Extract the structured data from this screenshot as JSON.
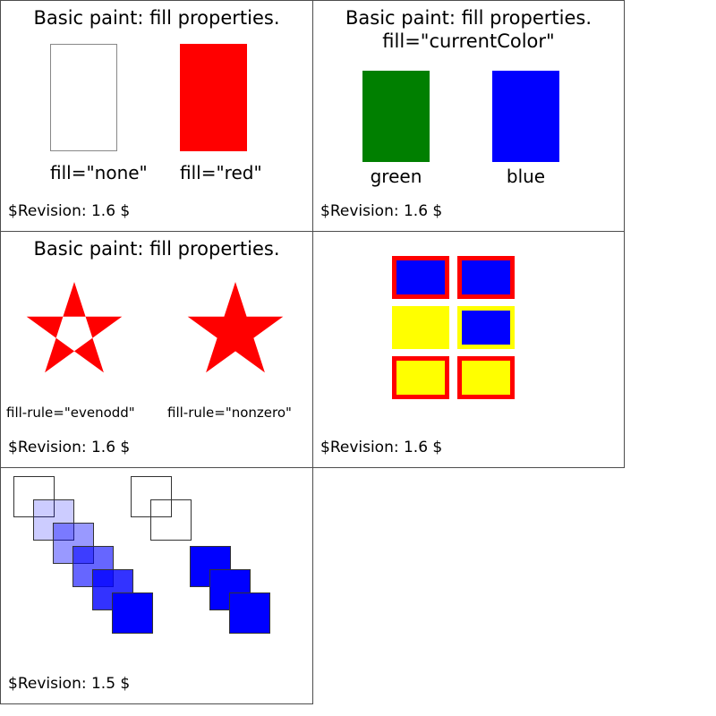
{
  "colors": {
    "red": "#ff0000",
    "green": "#007f00",
    "blue": "#0000ff",
    "yellow": "#ffff00",
    "none_outline": "#888888"
  },
  "cells": {
    "fill_basic": {
      "title": "Basic paint: fill properties.",
      "labels": [
        "fill=\"none\"",
        "fill=\"red\""
      ],
      "revision": "$Revision: 1.6 $"
    },
    "fill_current_color": {
      "title_line1": "Basic paint: fill properties.",
      "title_line2": "fill=\"currentColor\"",
      "labels": [
        "green",
        "blue"
      ],
      "revision": "$Revision: 1.6 $"
    },
    "fill_rule": {
      "title": "Basic paint: fill properties.",
      "stars": [
        {
          "rule": "evenodd",
          "label": "fill-rule=\"evenodd\""
        },
        {
          "rule": "nonzero",
          "label": "fill-rule=\"nonzero\""
        }
      ],
      "revision": "$Revision: 1.6 $"
    },
    "fill_stroke_grid": {
      "squares": [
        {
          "fill": "#0000ff",
          "stroke": "#ff0000"
        },
        {
          "fill": "#0000ff",
          "stroke": "#ff0000"
        },
        {
          "fill": "#ffff00",
          "stroke": "#ffff00"
        },
        {
          "fill": "#0000ff",
          "stroke": "#ffff00"
        },
        {
          "fill": "#ffff00",
          "stroke": "#ff0000"
        },
        {
          "fill": "#ffff00",
          "stroke": "#ff0000"
        }
      ],
      "revision": "$Revision: 1.6 $"
    },
    "fill_opacity": {
      "square_color": "#0000ff",
      "groups": [
        {
          "opacities": [
            0,
            0.2,
            0.4,
            0.6,
            0.8,
            1
          ]
        },
        {
          "opacities": [
            0,
            0,
            null,
            1,
            1,
            1
          ]
        }
      ],
      "revision": "$Revision: 1.5 $"
    }
  }
}
